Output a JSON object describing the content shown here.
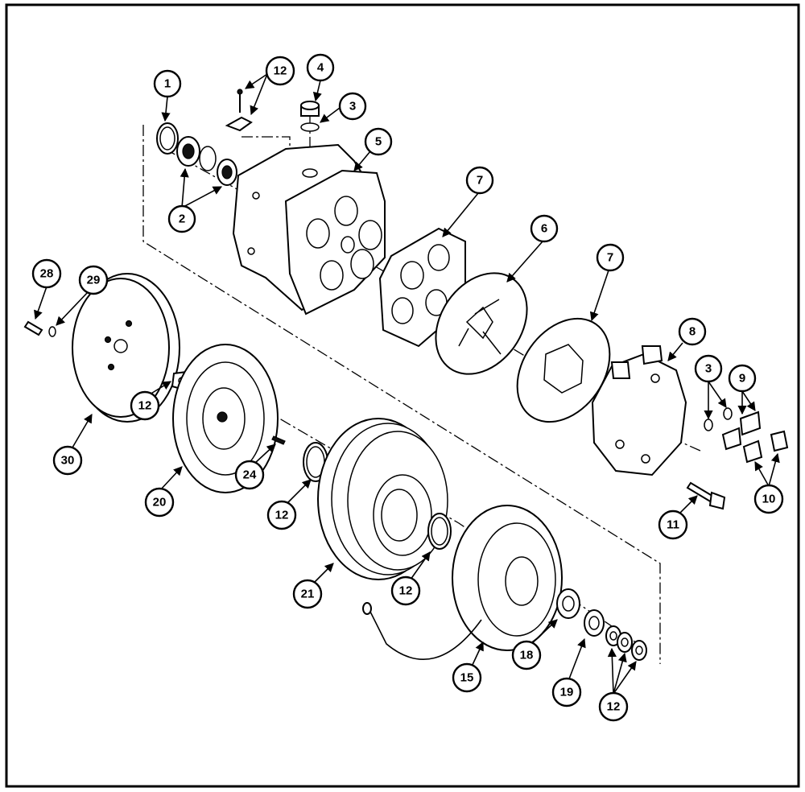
{
  "callouts": {
    "c1": "1",
    "c2": "2",
    "c3a": "3",
    "c3b": "3",
    "c4": "4",
    "c5": "5",
    "c6": "6",
    "c7a": "7",
    "c7b": "7",
    "c8": "8",
    "c9": "9",
    "c10": "10",
    "c11": "11",
    "c12a": "12",
    "c12b": "12",
    "c12c": "12",
    "c12d": "12",
    "c12e": "12",
    "c15": "15",
    "c18": "18",
    "c19": "19",
    "c20": "20",
    "c21": "21",
    "c24": "24",
    "c28": "28",
    "c29": "29",
    "c30": "30"
  }
}
